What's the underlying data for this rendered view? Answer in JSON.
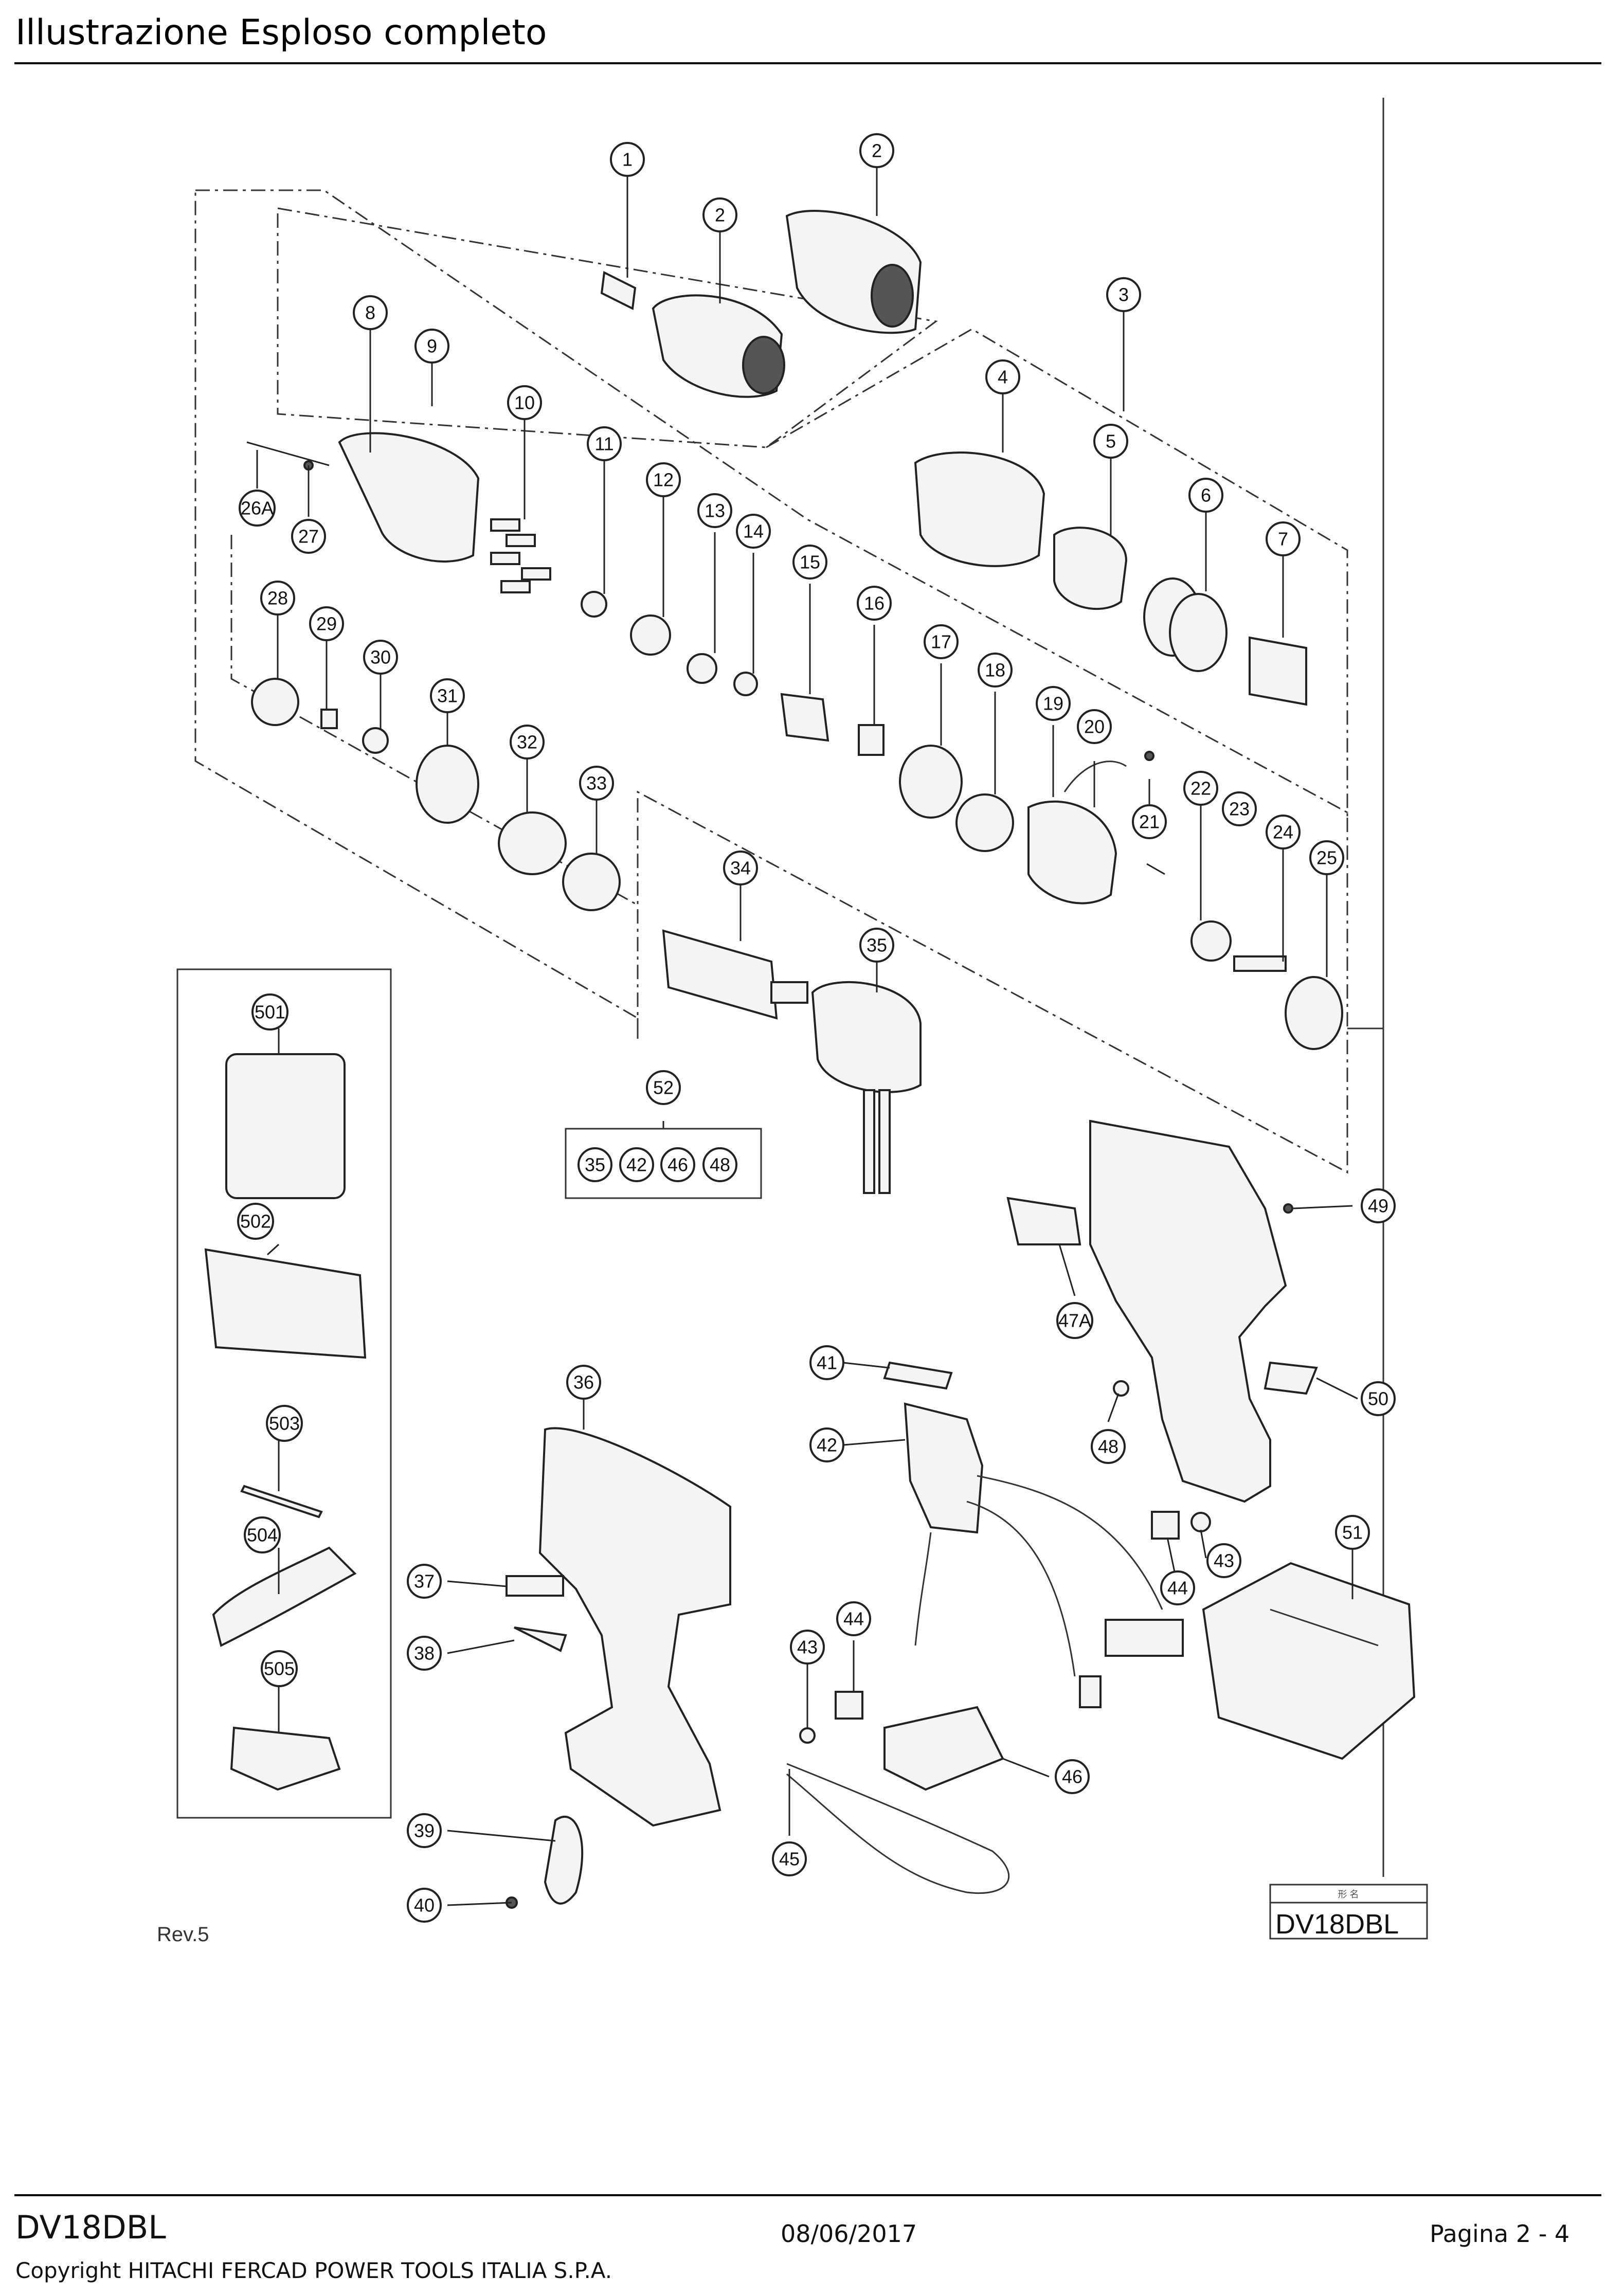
{
  "header": {
    "title": "Illustrazione  Esploso completo"
  },
  "diagram": {
    "callouts": [
      "1",
      "2",
      "2",
      "3",
      "4",
      "5",
      "6",
      "7",
      "8",
      "9",
      "10",
      "11",
      "12",
      "13",
      "14",
      "15",
      "16",
      "17",
      "18",
      "19",
      "20",
      "21",
      "22",
      "23",
      "24",
      "25",
      "26A",
      "27",
      "28",
      "29",
      "30",
      "31",
      "32",
      "33",
      "34",
      "35",
      "36",
      "37",
      "38",
      "39",
      "40",
      "41",
      "42",
      "43",
      "43",
      "44",
      "44",
      "45",
      "46",
      "47A",
      "48",
      "49",
      "50",
      "51",
      "501",
      "502",
      "503",
      "504",
      "505"
    ],
    "kit_label": "52",
    "kit_items": [
      "35",
      "42",
      "46",
      "48"
    ],
    "model_label": "DV18DBL",
    "model_label_caption": "形  名",
    "revision": "Rev.5"
  },
  "footer": {
    "model": "DV18DBL",
    "date": "08/06/2017",
    "page": "Pagina 2 - 4",
    "copyright": "Copyright HITACHI FERCAD POWER TOOLS ITALIA S.P.A."
  }
}
